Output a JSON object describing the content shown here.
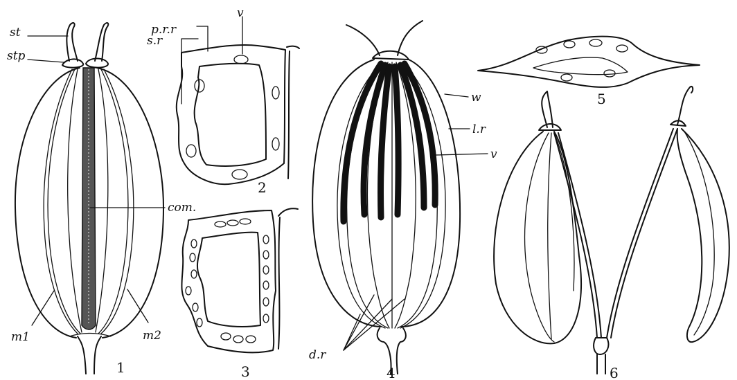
{
  "figures": [
    {
      "number": "1",
      "labels": {
        "stylopodium_top": "st",
        "stylopodium": "stp",
        "commissure": "com.",
        "mericarp_left": "m1",
        "mericarp_right": "m2"
      }
    },
    {
      "number": "2",
      "labels": {
        "primary_ridge": "p.r.r",
        "secondary_ridge": "s.r",
        "vitta": "v"
      }
    },
    {
      "number": "3",
      "labels": {}
    },
    {
      "number": "4",
      "labels": {
        "wing": "w",
        "lateral_ridge": "l.r",
        "vitta": "v",
        "dorsal_ridges": "d.r"
      }
    },
    {
      "number": "5",
      "labels": {}
    },
    {
      "number": "6",
      "labels": {}
    }
  ]
}
